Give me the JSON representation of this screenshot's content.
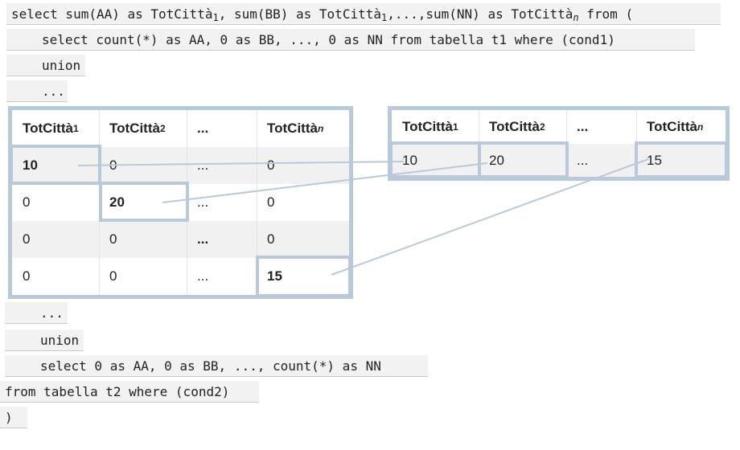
{
  "code": {
    "line1_a": "select sum(AA) as TotCittà",
    "line1_sub1": "1",
    "line1_b": ", sum(BB) as TotCittà",
    "line1_sub2": "1",
    "line1_c": ",...,sum(NN) as TotCittà",
    "line1_subn": "n",
    "line1_d": " from (",
    "line2": "select count(*) as AA, 0 as BB, ..., 0 as NN from tabella t1 where (cond1)",
    "line3": "union",
    "line4": "...",
    "line5": "...",
    "line6": "union",
    "line7": "select 0 as AA, 0 as BB, ..., count(*) as NN",
    "line8": "from tabella t2 where (cond2)",
    "line9": ")"
  },
  "left_table": {
    "headers": [
      {
        "base": "TotCittà",
        "sub": "1"
      },
      {
        "base": "TotCittà",
        "sub": "2"
      },
      {
        "base": "...",
        "sub": ""
      },
      {
        "base": "TotCittà",
        "sub": "n"
      }
    ],
    "rows": [
      [
        "10",
        "0",
        "...",
        "0"
      ],
      [
        "0",
        "20",
        "...",
        "0"
      ],
      [
        "0",
        "0",
        "...",
        "0"
      ],
      [
        "0",
        "0",
        "...",
        "15"
      ]
    ]
  },
  "right_table": {
    "headers": [
      {
        "base": "TotCittà",
        "sub": "1"
      },
      {
        "base": "TotCittà",
        "sub": "2"
      },
      {
        "base": "...",
        "sub": ""
      },
      {
        "base": "TotCittà",
        "sub": "n"
      }
    ],
    "row": [
      "10",
      "20",
      "...",
      "15"
    ]
  },
  "colors": {
    "frame": "#b7c9db",
    "row_alt": "#f1f1f1",
    "code_bg": "#f2f2f2"
  }
}
